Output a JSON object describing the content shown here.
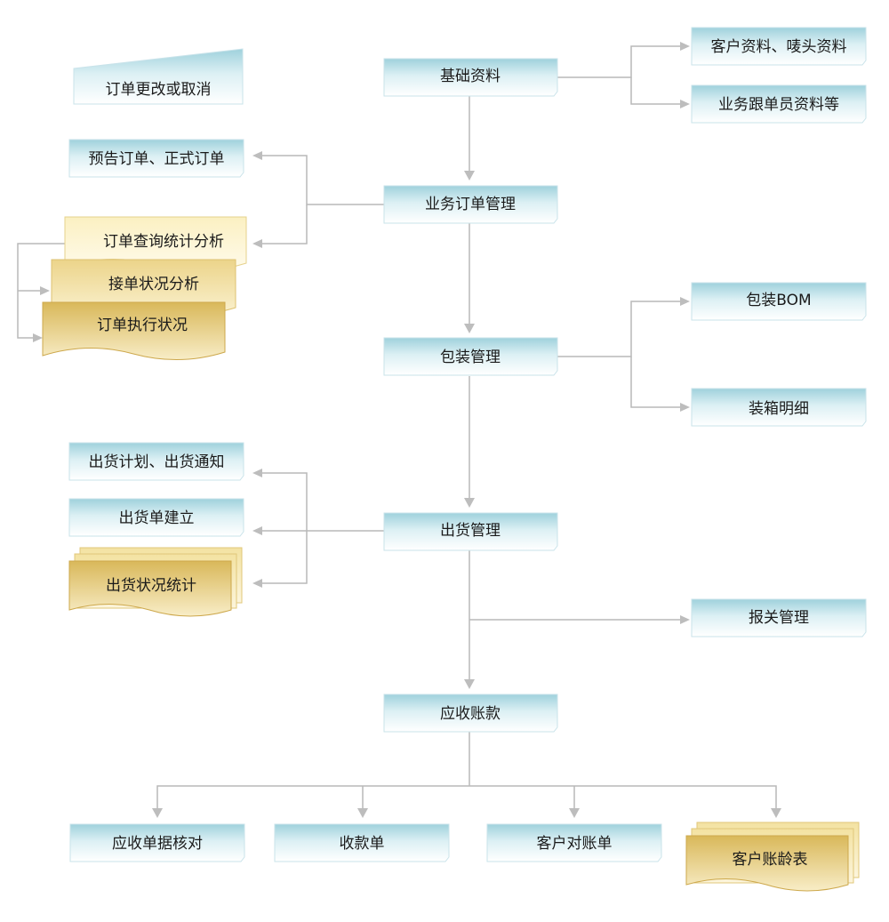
{
  "nodes": {
    "order_change": "订单更改或取消",
    "basic_data": "基础资料",
    "customer_mark_data": "客户资料、唛头资料",
    "sales_staff_data": "业务跟单员资料等",
    "forecast_formal_orders": "预告订单、正式订单",
    "sales_order_mgmt": "业务订单管理",
    "order_query_stats": "订单查询统计分析",
    "order_receive_status": "接单状况分析",
    "order_exec_status": "订单执行状况",
    "packing_bom": "包装BOM",
    "packing_mgmt": "包装管理",
    "packing_detail": "装箱明细",
    "shipping_plan_notice": "出货计划、出货通知",
    "shipping_note_create": "出货单建立",
    "shipping_mgmt": "出货管理",
    "shipping_status_stats": "出货状况统计",
    "customs_mgmt": "报关管理",
    "receivables": "应收账款",
    "receivable_check": "应收单据核对",
    "receipt_note": "收款单",
    "customer_statement": "客户对账单",
    "customer_aging": "客户账龄表"
  }
}
